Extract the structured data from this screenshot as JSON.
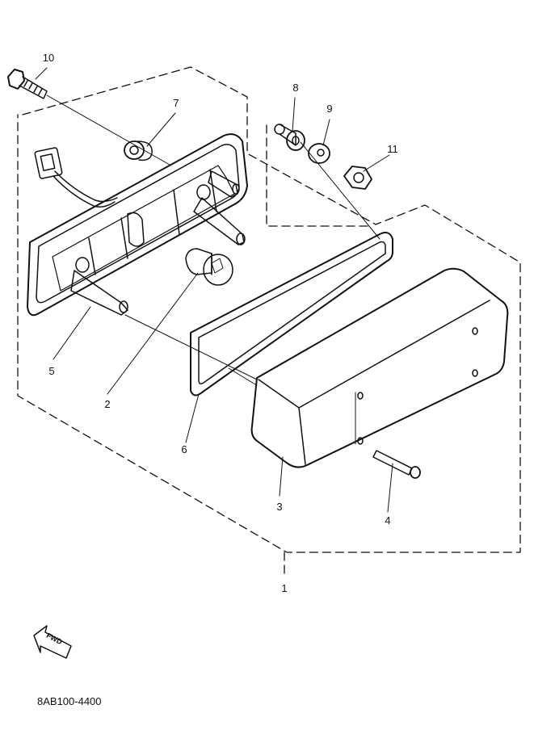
{
  "diagram": {
    "callouts": [
      {
        "id": "c1",
        "label": "1"
      },
      {
        "id": "c2",
        "label": "2"
      },
      {
        "id": "c3",
        "label": "3"
      },
      {
        "id": "c4",
        "label": "4"
      },
      {
        "id": "c5",
        "label": "5"
      },
      {
        "id": "c6",
        "label": "6"
      },
      {
        "id": "c7",
        "label": "7"
      },
      {
        "id": "c8",
        "label": "8"
      },
      {
        "id": "c9",
        "label": "9"
      },
      {
        "id": "c10",
        "label": "10"
      },
      {
        "id": "c11",
        "label": "11"
      }
    ],
    "fwd_label": "FWD",
    "drawing_code": "8AB100-4400"
  }
}
